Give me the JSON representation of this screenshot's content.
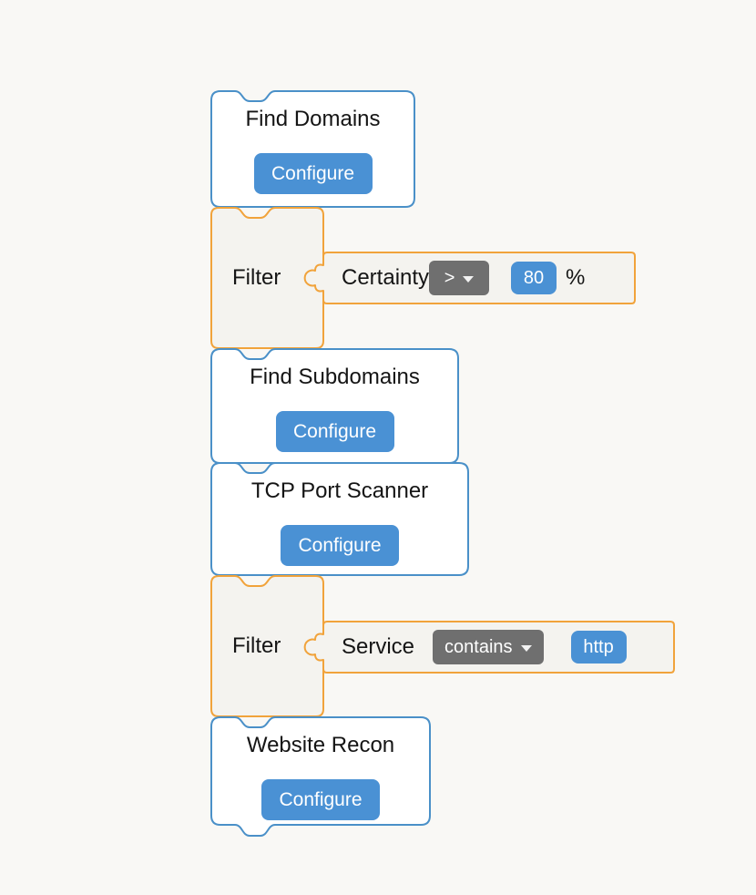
{
  "colors": {
    "canvas_bg": "#f9f8f5",
    "tool_block_border": "#4a90c8",
    "tool_block_bg": "#ffffff",
    "filter_block_border": "#f1a33b",
    "filter_block_bg": "#f4f3ef",
    "button_bg": "#4a91d4",
    "dropdown_bg": "#6f6f6f",
    "value_chip_bg": "#4a91d4"
  },
  "workflow": {
    "blocks": [
      {
        "id": "find-domains",
        "type": "tool",
        "title": "Find Domains",
        "button_label": "Configure"
      },
      {
        "id": "filter-certainty",
        "type": "filter",
        "label": "Filter",
        "condition": {
          "field": "Certainty",
          "operator": ">",
          "value": "80",
          "unit": "%"
        }
      },
      {
        "id": "find-subdomains",
        "type": "tool",
        "title": "Find Subdomains",
        "button_label": "Configure"
      },
      {
        "id": "tcp-port-scanner",
        "type": "tool",
        "title": "TCP Port Scanner",
        "button_label": "Configure"
      },
      {
        "id": "filter-service",
        "type": "filter",
        "label": "Filter",
        "condition": {
          "field": "Service",
          "operator": "contains",
          "value": "http"
        }
      },
      {
        "id": "website-recon",
        "type": "tool",
        "title": "Website Recon",
        "button_label": "Configure"
      }
    ]
  }
}
